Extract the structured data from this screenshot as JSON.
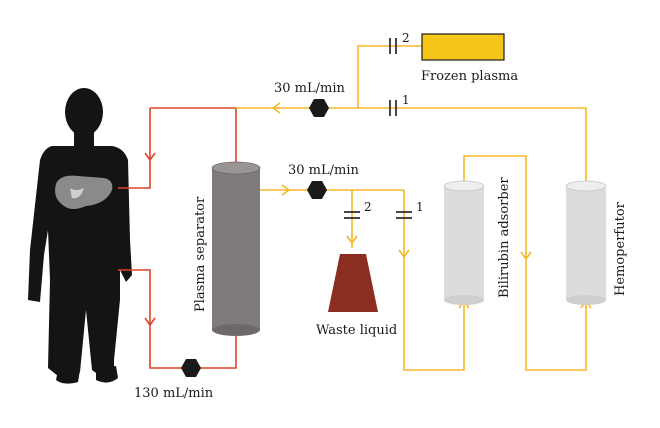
{
  "labels": {
    "frozen_plasma": "Frozen plasma",
    "flow_top": "30 mL/min",
    "flow_mid": "30 mL/min",
    "flow_bottom": "130 mL/min",
    "plasma_separator": "Plasma separator",
    "bilirubin_adsorber": "Bilirubin adsorber",
    "hemoperfutor": "Hemoperfutor",
    "waste_liquid": "Waste liquid"
  },
  "valves": {
    "frozen_plasma_valve": "2",
    "top_line_valve": "1",
    "waste_valve": "2",
    "adsorber_valve": "1"
  },
  "colors": {
    "blood_line": "#e0412a",
    "plasma_line": "#f5b728",
    "frozen_plasma_box": "#f5c518",
    "waste_container": "#8b2e20",
    "separator": "#807a7a",
    "column": "#dcdcdc",
    "pump": "#1a1a1a",
    "silhouette": "#141414",
    "liver": "#8a8a8a"
  },
  "icons": [
    "human-silhouette",
    "liver-icon",
    "pump-icon",
    "valve-icon"
  ]
}
